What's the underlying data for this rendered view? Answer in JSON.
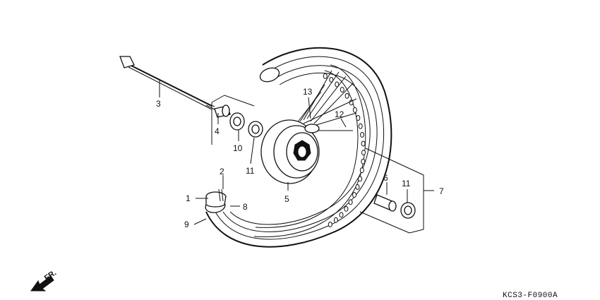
{
  "callouts": [
    {
      "id": "1",
      "label": "1"
    },
    {
      "id": "2",
      "label": "2"
    },
    {
      "id": "3",
      "label": "3"
    },
    {
      "id": "4",
      "label": "4"
    },
    {
      "id": "5",
      "label": "5"
    },
    {
      "id": "6",
      "label": "6"
    },
    {
      "id": "7",
      "label": "7"
    },
    {
      "id": "8",
      "label": "8"
    },
    {
      "id": "9",
      "label": "9"
    },
    {
      "id": "10",
      "label": "10"
    },
    {
      "id": "11a",
      "label": "11"
    },
    {
      "id": "11b",
      "label": "11"
    },
    {
      "id": "12",
      "label": "12"
    },
    {
      "id": "13",
      "label": "13"
    }
  ],
  "direction_label": "FR.",
  "diagram_code": "KCS3-F0900A"
}
